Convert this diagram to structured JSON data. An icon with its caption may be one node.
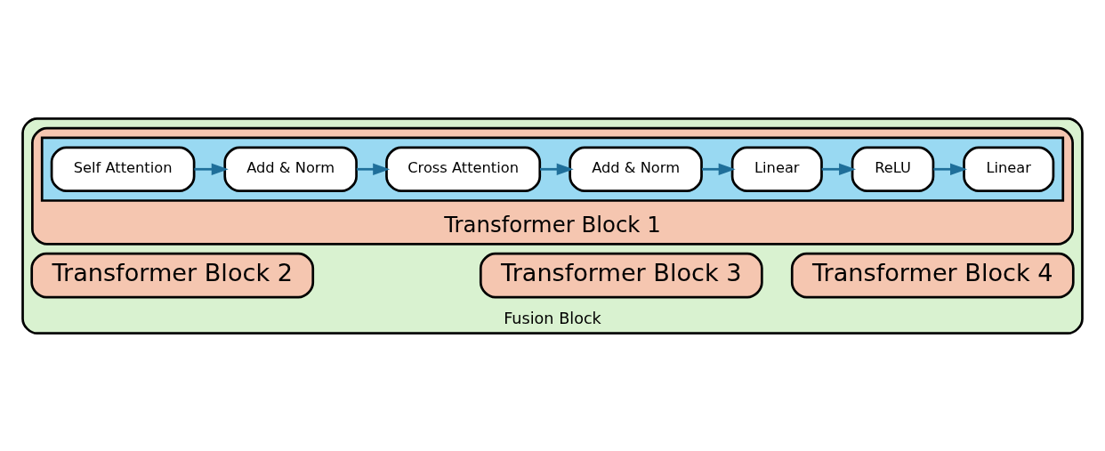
{
  "diagram": {
    "nodes": [
      {
        "text": [
          "Fusion Block"
        ]
      },
      {
        "text": [
          "Transformer Block 1"
        ],
        "in": 0
      },
      {
        "text": [],
        "shape": "box",
        "in": 1
      },
      {
        "text": [
          "Self Attention"
        ],
        "in": 2
      },
      {
        "text": [
          "Add & Norm"
        ],
        "in": 2
      },
      {
        "text": [
          "Cross Attention"
        ],
        "in": 2
      },
      {
        "text": [
          "Add & Norm"
        ],
        "in": 2
      },
      {
        "text": [
          "Linear"
        ],
        "in": 2
      },
      {
        "text": [
          "ReLU"
        ],
        "in": 2
      },
      {
        "text": [
          "Linear"
        ],
        "in": 2
      },
      {
        "text": [
          "Transformer Block 2"
        ],
        "in": 0
      },
      {
        "text": [
          "Transformer Block 3"
        ],
        "in": 0
      },
      {
        "text": [
          "Transformer Block 4"
        ],
        "in": 0
      }
    ],
    "edges": [
      {
        "from": 3,
        "to": 4,
        "arrow": "to"
      },
      {
        "from": 4,
        "to": 5,
        "arrow": "to"
      },
      {
        "from": 5,
        "to": 6,
        "arrow": "to"
      },
      {
        "from": 6,
        "to": 7,
        "arrow": "to"
      },
      {
        "from": 7,
        "to": 8,
        "arrow": "to"
      },
      {
        "from": 8,
        "to": 9,
        "arrow": "to"
      }
    ]
  }
}
